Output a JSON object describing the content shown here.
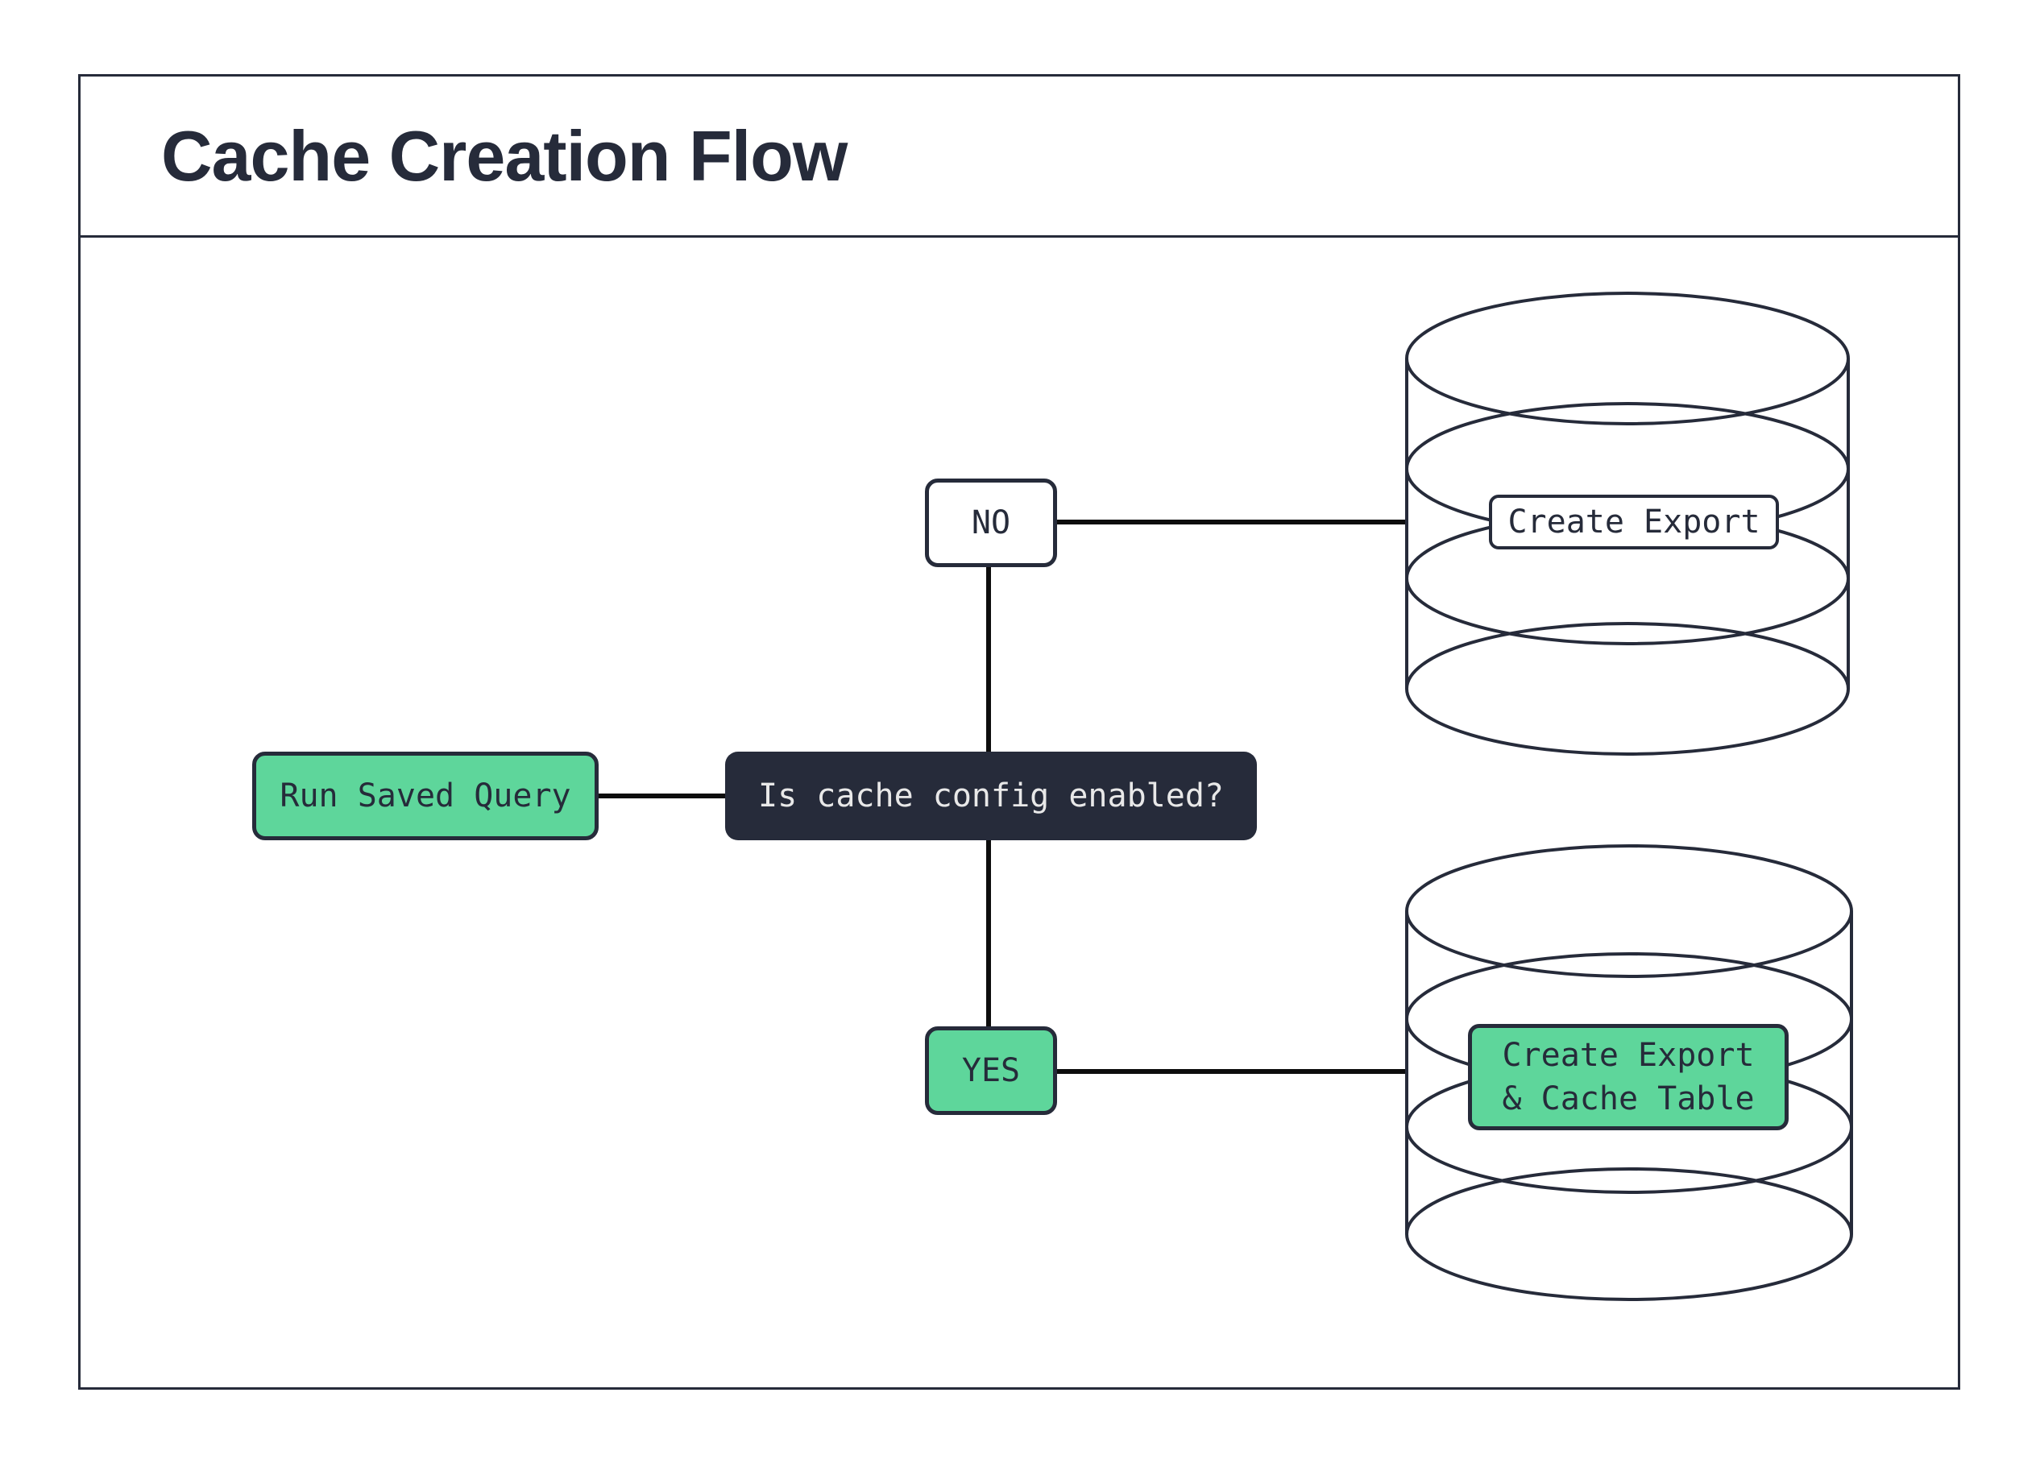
{
  "title": "Cache Creation Flow",
  "theme": {
    "navy": "#262b3a",
    "green": "#5ed69b",
    "line": "#0d0d0d",
    "text-light": "#e8e8e8",
    "bg": "#ffffff"
  },
  "diagram": {
    "nodes": {
      "run_query": {
        "label": "Run Saved Query",
        "type": "process"
      },
      "decision": {
        "label": "Is cache config enabled?",
        "type": "decision"
      },
      "no": {
        "label": "NO",
        "type": "branch"
      },
      "yes": {
        "label": "YES",
        "type": "branch"
      },
      "create_export": {
        "label": "Create Export",
        "type": "database-action"
      },
      "create_export_cache": {
        "label": "Create Export\n& Cache Table",
        "type": "database-action"
      }
    },
    "edges": [
      {
        "from": "run_query",
        "to": "decision"
      },
      {
        "from": "decision",
        "to": "no"
      },
      {
        "from": "decision",
        "to": "yes"
      },
      {
        "from": "no",
        "to": "create_export"
      },
      {
        "from": "yes",
        "to": "create_export_cache"
      }
    ],
    "icons": [
      "database-icon-export",
      "database-icon-export-cache"
    ]
  }
}
